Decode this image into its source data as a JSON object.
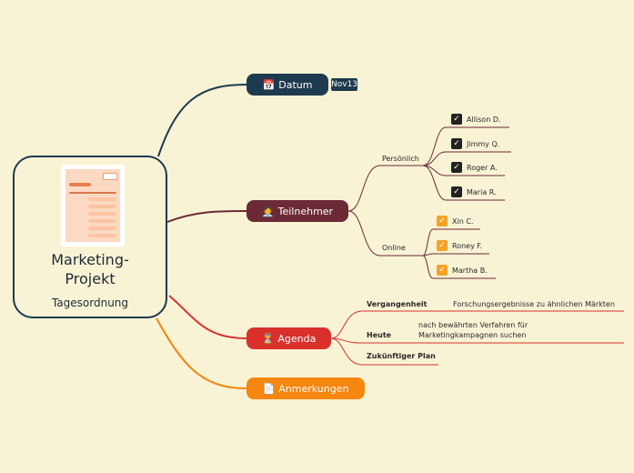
{
  "central": {
    "title_line1": "Marketing-",
    "title_line2": "Projekt",
    "subtitle": "Tagesordnung"
  },
  "branches": {
    "datum": {
      "icon": "📅",
      "label": "Datum",
      "badge": "Nov13",
      "color": "#1e3a4f"
    },
    "teilnehmer": {
      "icon": "🧑‍💼",
      "label": "Teilnehmer",
      "color": "#6b2a35",
      "groups": [
        {
          "label": "Persönlich",
          "members": [
            "Allison D.",
            "Jimmy Q.",
            "Roger A.",
            "Maria R."
          ],
          "check_color": "#222222"
        },
        {
          "label": "Online",
          "members": [
            "Xin C.",
            "Roney F.",
            "Martha B."
          ],
          "check_color": "#f5a226"
        }
      ]
    },
    "agenda": {
      "icon": "⏳",
      "label": "Agenda",
      "color": "#d9302c",
      "items": [
        {
          "label": "Vergangenheit",
          "text_line1": "Forschungsergebnisse zu ähnlichen Märkten",
          "text_line2": ""
        },
        {
          "label": "Heute",
          "text_line1": "nach bewährten Verfahren für",
          "text_line2": "Marketingkampagnen suchen"
        },
        {
          "label": "Zukünftiger Plan",
          "text_line1": "",
          "text_line2": ""
        }
      ]
    },
    "anmerkungen": {
      "icon": "📄",
      "label": "Anmerkungen",
      "color": "#f5860f"
    }
  }
}
